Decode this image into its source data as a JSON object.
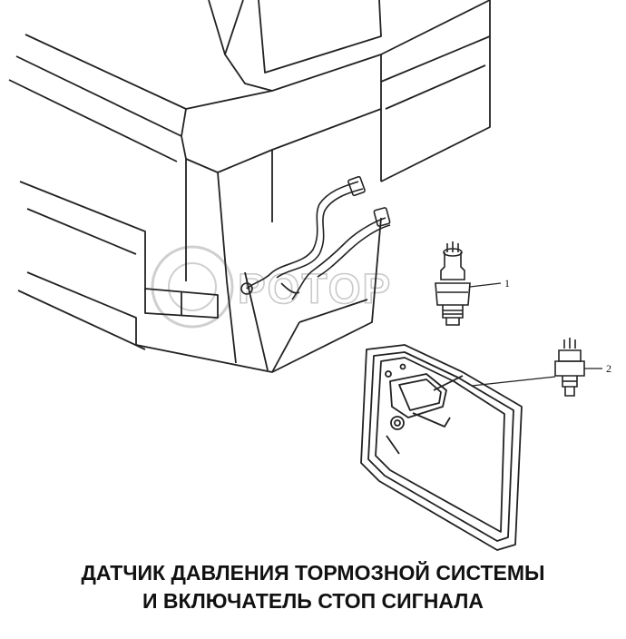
{
  "watermark": {
    "text": "POTOP"
  },
  "callouts": [
    {
      "label": "1",
      "part": "brake-pressure-sensor"
    },
    {
      "label": "2",
      "part": "stop-signal-switch"
    }
  ],
  "caption": {
    "line1": "ДАТЧИК ДАВЛЕНИЯ ТОРМОЗНОЙ СИСТЕМЫ",
    "line2": "И ВКЛЮЧАТЕЛЬ СТОП СИГНАЛА"
  }
}
